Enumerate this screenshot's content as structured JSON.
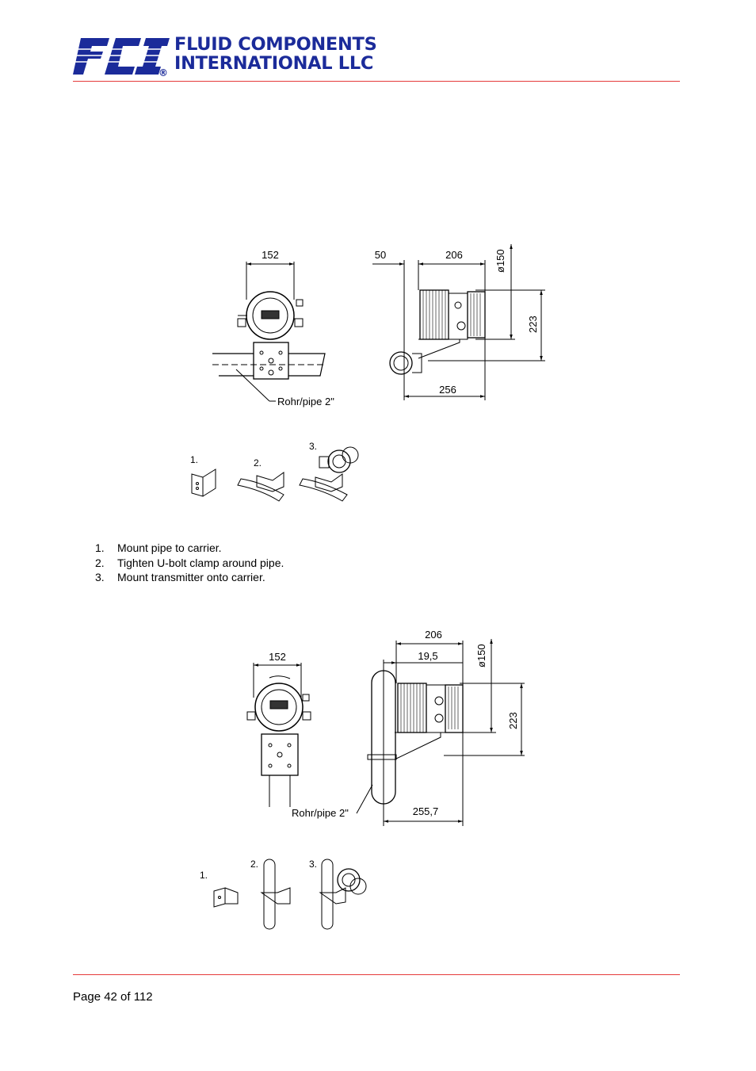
{
  "header": {
    "logo_letters": "FCI",
    "logo_line1": "FLUID COMPONENTS",
    "logo_line2": "INTERNATIONAL LLC",
    "registered_mark": "®",
    "brand_color": "#1b2b9a",
    "rule_color": "#e53a3a"
  },
  "figure1": {
    "front": {
      "width_label": "152",
      "pipe_label": "Rohr/pipe 2\""
    },
    "side": {
      "offset_label": "50",
      "depth_label": "206",
      "diameter_label": "ø150",
      "height_label": "223",
      "total_label": "256"
    },
    "steps": [
      "1.",
      "2.",
      "3."
    ]
  },
  "instructions": [
    {
      "num": "1.",
      "text": "Mount pipe to carrier."
    },
    {
      "num": "2.",
      "text": "Tighten U-bolt clamp around pipe."
    },
    {
      "num": "3.",
      "text": "Mount transmitter onto carrier."
    }
  ],
  "figure2": {
    "front": {
      "width_label": "152",
      "pipe_label": "Rohr/pipe 2\""
    },
    "side": {
      "depth_label": "206",
      "offset_label": "19,5",
      "diameter_label": "ø150",
      "height_label": "223",
      "total_label": "255,7"
    },
    "steps": [
      "1.",
      "2.",
      "3."
    ]
  },
  "footer": {
    "page_label": "Page 42 of 112"
  }
}
